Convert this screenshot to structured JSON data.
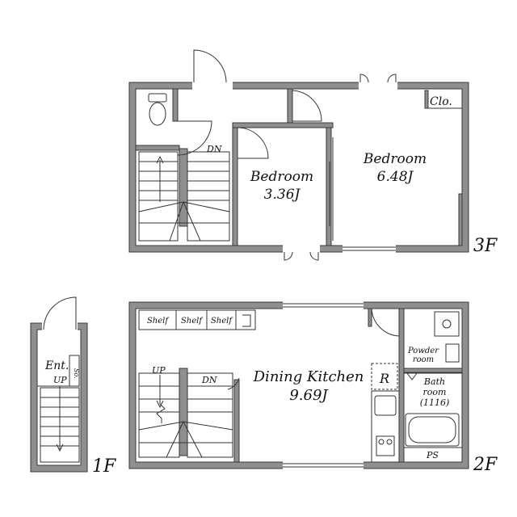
{
  "floor3": {
    "floor_label": "3F",
    "bedroom_a": {
      "name": "Bedroom",
      "size": "3.36J"
    },
    "bedroom_b": {
      "name": "Bedroom",
      "size": "6.48J"
    },
    "closet": "Clo.",
    "stair_down": "DN"
  },
  "floor2": {
    "floor_label": "2F",
    "dining_kitchen": {
      "name": "Dining Kitchen",
      "size": "9.69J"
    },
    "shelves": [
      "Shelf",
      "Shelf",
      "Shelf"
    ],
    "stair_up": "UP",
    "stair_down": "DN",
    "powder_room": [
      "Powder",
      "room"
    ],
    "bath_room": [
      "Bath",
      "room",
      "(1116)"
    ],
    "fridge": "R",
    "pipe_space": "PS"
  },
  "floor1": {
    "floor_label": "1F",
    "entrance": "Ent.",
    "storage": "So.",
    "stair_up": "UP"
  }
}
